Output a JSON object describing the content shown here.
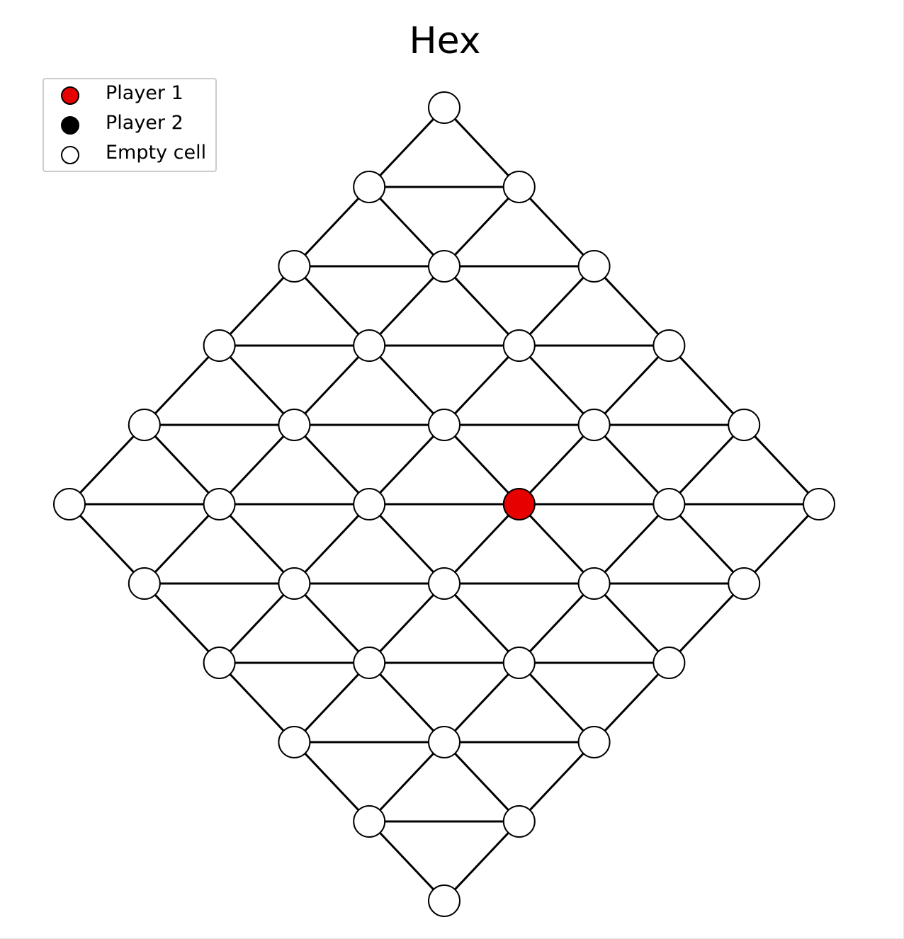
{
  "title": "Hex",
  "board": {
    "size": 6,
    "colors": {
      "empty": "#ffffff",
      "player1": "#e60000",
      "player2": "#000000",
      "edge": "#000000"
    },
    "cells": [
      [
        "empty",
        "empty",
        "empty",
        "empty",
        "empty",
        "empty"
      ],
      [
        "empty",
        "empty",
        "empty",
        "empty",
        "empty",
        "empty"
      ],
      [
        "empty",
        "empty",
        "empty",
        "player1",
        "empty",
        "empty"
      ],
      [
        "empty",
        "empty",
        "empty",
        "empty",
        "empty",
        "empty"
      ],
      [
        "empty",
        "empty",
        "empty",
        "empty",
        "empty",
        "empty"
      ],
      [
        "empty",
        "empty",
        "empty",
        "empty",
        "empty",
        "empty"
      ]
    ]
  },
  "legend": {
    "items": [
      {
        "label": "Player 1",
        "color": "#e60000"
      },
      {
        "label": "Player 2",
        "color": "#000000"
      },
      {
        "label": "Empty cell",
        "color": "#ffffff"
      }
    ]
  }
}
